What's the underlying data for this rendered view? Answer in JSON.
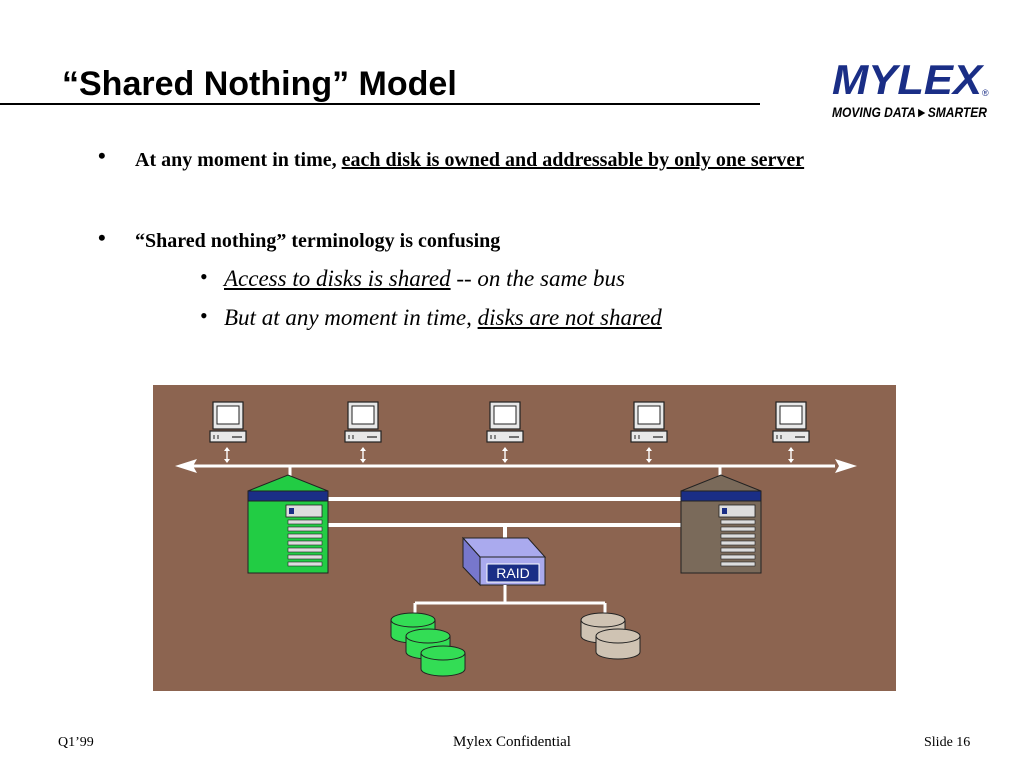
{
  "slide": {
    "title": "“Shared Nothing” Model",
    "bullets": [
      {
        "plain": "At any moment in time, ",
        "underlined": "each disk is owned and addressable by only one server"
      },
      {
        "plain": "“Shared nothing” terminology is confusing"
      }
    ],
    "sub_bullets": [
      {
        "underlined": "Access to disks is shared",
        "plain": " -- on the same bus"
      },
      {
        "plain": "But at any moment in time, ",
        "underlined": "disks are not shared"
      }
    ]
  },
  "logo": {
    "brand": "MYLEX",
    "tagline": "MOVING DATA ► SMARTER",
    "registered": "®",
    "color": "#1a2e86"
  },
  "diagram": {
    "background": "#8c6450",
    "raid_label": "RAID",
    "server_colors": [
      "#22cc44",
      "#7a6a5a"
    ],
    "disk_colors": [
      "#33dd55",
      "#cfc3b3"
    ]
  },
  "footer": {
    "left": "Q1’99",
    "center": "Mylex Confidential",
    "right": "Slide 16"
  }
}
